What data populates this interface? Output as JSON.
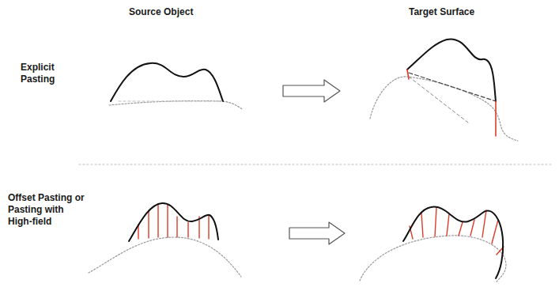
{
  "diagram": {
    "labels": [
      "Source Object",
      "Target Surface",
      "Explicit Pasting",
      "Offset Pasting or Pasting with High-field"
    ]
  }
}
